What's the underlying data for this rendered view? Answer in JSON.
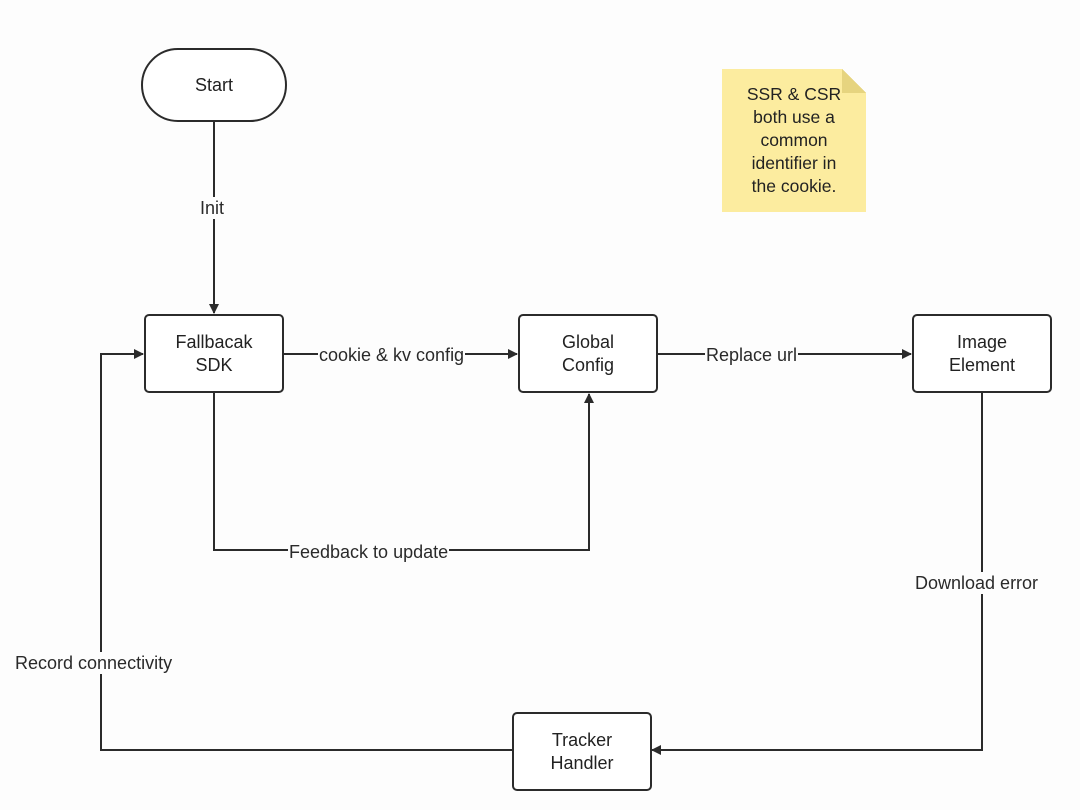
{
  "diagram": {
    "nodes": {
      "start": "Start",
      "sdk": "Fallbacak\nSDK",
      "global_config": "Global\nConfig",
      "image_element": "Image\nElement",
      "tracker": "Tracker\nHandler"
    },
    "edges": {
      "init": "Init",
      "cookie_kv": "cookie & kv config",
      "replace_url": "Replace url",
      "feedback": "Feedback to update",
      "download_error": "Download error",
      "record": "Record connectivity"
    },
    "note": "SSR & CSR\nboth use a\ncommon\nidentifier in\nthe cookie."
  },
  "colors": {
    "stroke": "#2b2b2b",
    "note_fill": "#fcec9f",
    "background": "#fdfdfd"
  }
}
